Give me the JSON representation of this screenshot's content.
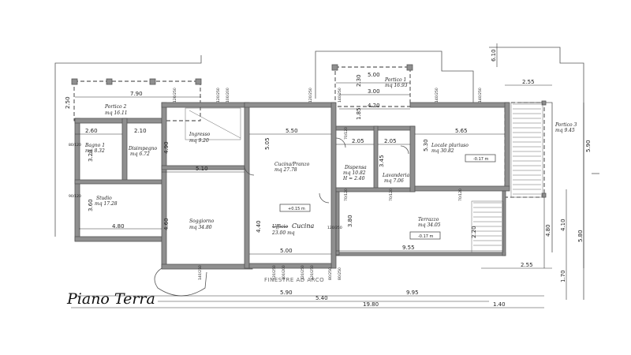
{
  "title": "Piano Terra",
  "rooms": [
    {
      "name": "Portico 2",
      "area": "mq 16.11"
    },
    {
      "name": "Bagno 1",
      "area": "mq 8.32"
    },
    {
      "name": "Disimpegno",
      "area": "mq 6.72"
    },
    {
      "name": "Ingresso",
      "area": "mq 9.20"
    },
    {
      "name": "Studio",
      "area": "mq 17.28"
    },
    {
      "name": "Soggiorno",
      "area": "mq 34.80"
    },
    {
      "name": "Cucina/Pranzo",
      "area": "mq 27.78"
    },
    {
      "name": "Ufficio",
      "area": "23.00 mq",
      "handwritten": "Cucina"
    },
    {
      "name": "Dispensa",
      "area": "mq 10.82",
      "extra": "H = 2.40"
    },
    {
      "name": "Lavanderia",
      "area": "mq 7.06"
    },
    {
      "name": "Portico 1",
      "area": "mq 16.93"
    },
    {
      "name": "Locale pluriuso",
      "area": "mq 30.82"
    },
    {
      "name": "Terrazzo",
      "area": "mq 34.05"
    },
    {
      "name": "Portico 3",
      "area": "mq 9.45"
    }
  ],
  "levels": [
    "+0.15 m",
    "-0.17 m",
    "-0.17 m"
  ],
  "dimensions": {
    "top_left": "7.90",
    "portico2_h": "2.50",
    "bagno_w": "2.60",
    "dis_w": "2.10",
    "bagno_h": "3.20",
    "dis_h": "4.90",
    "studio_h": "3.60",
    "studio_w": "4.80",
    "ingresso_w": "5.10",
    "soggiorno_h": "4.60",
    "cucina_w": "5.50",
    "cucina_h": "5.05",
    "center_h": "4.40",
    "bottom_5": "5.00",
    "disp_w": "2.05",
    "lav_w": "2.05",
    "lav_h": "3.45",
    "disp_h": "3.80",
    "p1_h": "2.30",
    "p1_w1": "5.00",
    "p1_w2": "3.00",
    "p1_w3": "4.20",
    "p1_h2": "1.85",
    "loc_w": "5.65",
    "loc_h": "5.30",
    "terr_w": "9.55",
    "terr_h": "2.20",
    "right_top": "2.55",
    "right_h1": "5.90",
    "right_h2": "4.10",
    "right_h3": "5.80",
    "right_h4": "4.80",
    "right_h5": "1.70",
    "right_bot": "2.55",
    "top_far": "6.10",
    "b1": "5.90",
    "b2": "9.95",
    "b3": "5.40",
    "b4": "19.80",
    "b5": "1.40"
  },
  "openings": [
    "120/250",
    "120/250",
    "100/200",
    "120/250",
    "80/120",
    "90/120",
    "140/250",
    "120/250",
    "70/120",
    "70/120",
    "70/120",
    "140/250",
    "140/250",
    "140/250",
    "70/120",
    "120/250",
    "100/200",
    "120/250",
    "120/250",
    "80/250",
    "80/250"
  ],
  "annotation": "FINESTRE AD ARCO"
}
